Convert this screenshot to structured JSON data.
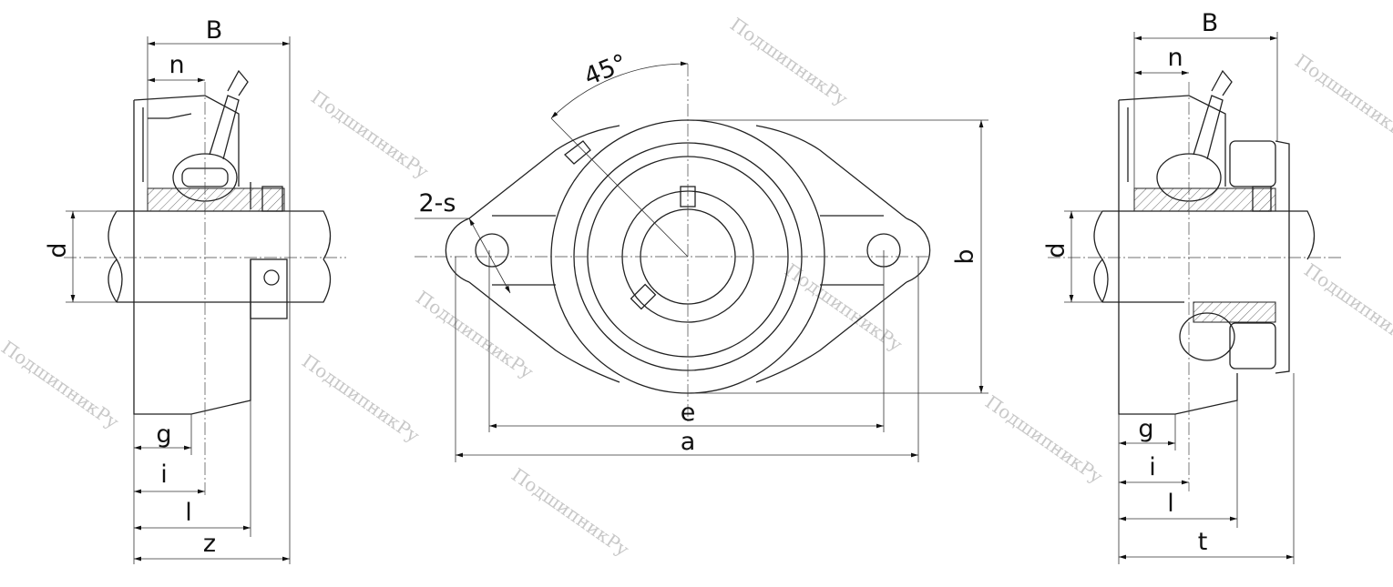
{
  "left_view": {
    "B": "B",
    "n": "n",
    "d": "d",
    "g": "g",
    "i": "i",
    "l": "l",
    "z": "z"
  },
  "center_view": {
    "angle": "45°",
    "holes": "2-s",
    "b": "b",
    "e": "e",
    "a": "a"
  },
  "right_view": {
    "B": "B",
    "n": "n",
    "d": "d",
    "g": "g",
    "i": "i",
    "l": "l",
    "t": "t"
  },
  "watermark": "ПодшипникРу"
}
